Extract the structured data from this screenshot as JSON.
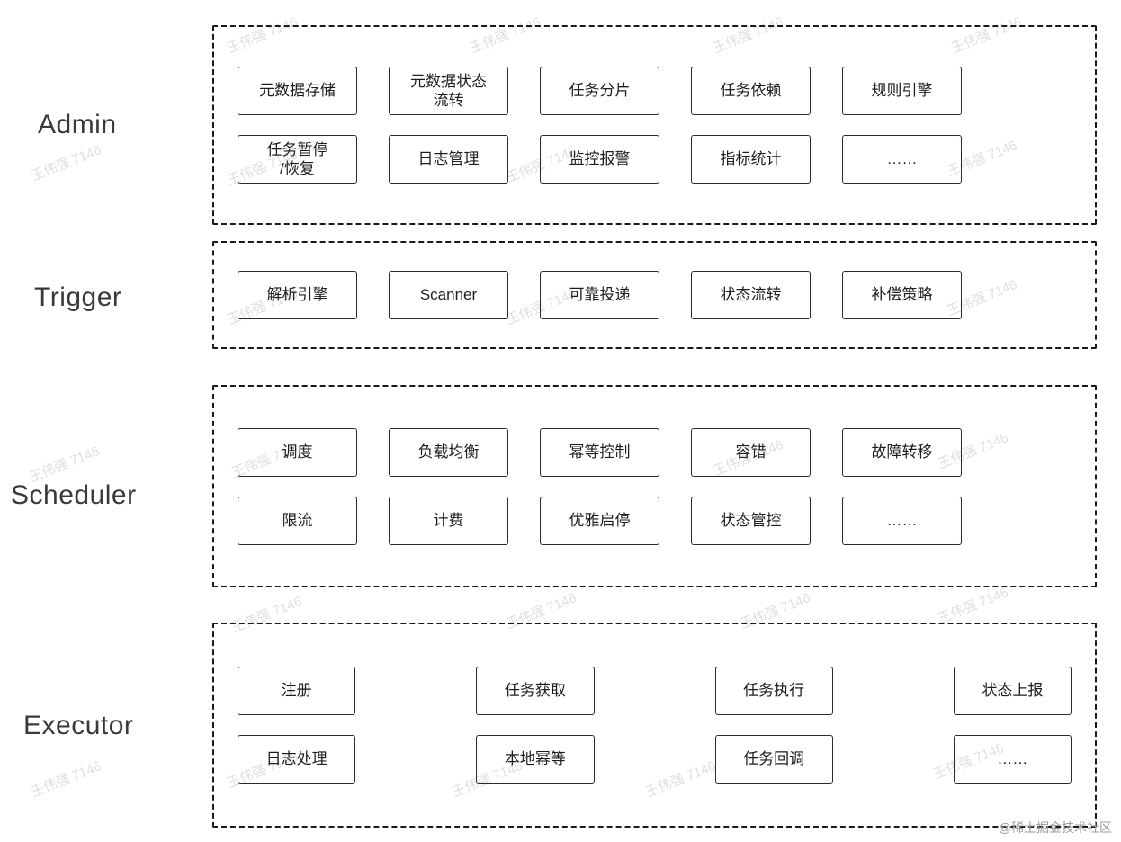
{
  "diagram": {
    "watermark_text": "王伟强 7146",
    "corner_watermark": "@稀土掘金技术社区",
    "layers": [
      {
        "id": "admin",
        "label": "Admin",
        "rows": [
          [
            "元数据存储",
            "元数据状态\n流转",
            "任务分片",
            "任务依赖",
            "规则引擎"
          ],
          [
            "任务暂停\n/恢复",
            "日志管理",
            "监控报警",
            "指标统计",
            "……"
          ]
        ]
      },
      {
        "id": "trigger",
        "label": "Trigger",
        "rows": [
          [
            "解析引擎",
            "Scanner",
            "可靠投递",
            "状态流转",
            "补偿策略"
          ]
        ]
      },
      {
        "id": "scheduler",
        "label": "Scheduler",
        "rows": [
          [
            "调度",
            "负载均衡",
            "幂等控制",
            "容错",
            "故障转移"
          ],
          [
            "限流",
            "计费",
            "优雅启停",
            "状态管控",
            "……"
          ]
        ]
      },
      {
        "id": "executor",
        "label": "Executor",
        "rows": [
          [
            "注册",
            "任务获取",
            "任务执行",
            "状态上报"
          ],
          [
            "日志处理",
            "本地幂等",
            "任务回调",
            "……"
          ]
        ]
      }
    ]
  }
}
